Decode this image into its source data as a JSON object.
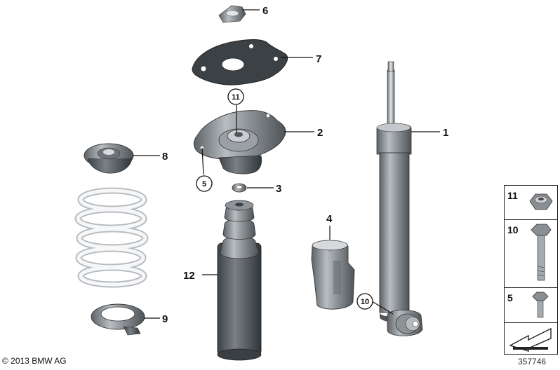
{
  "callouts": {
    "c1": "1",
    "c2": "2",
    "c3": "3",
    "c4": "4",
    "c6": "6",
    "c7": "7",
    "c8": "8",
    "c9": "9",
    "c12": "12"
  },
  "circled_refs": {
    "r11": "11",
    "r5": "5",
    "r10": "10"
  },
  "legend": {
    "n11": "11",
    "n10": "10",
    "n5": "5"
  },
  "footer": {
    "copyright": "© 2013 BMW AG",
    "image_number": "357746"
  }
}
